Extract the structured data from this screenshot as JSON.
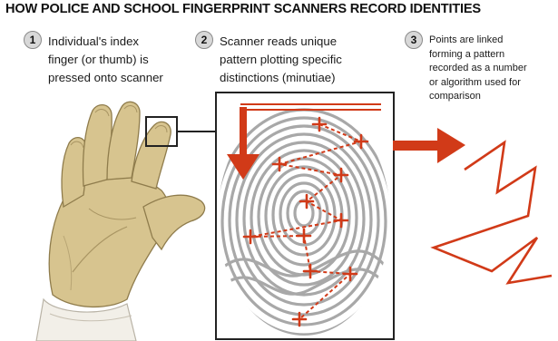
{
  "title": "HOW POLICE AND SCHOOL FINGERPRINT SCANNERS RECORD IDENTITIES",
  "steps": [
    {
      "number": "1",
      "text": "Individual's index\nfinger (or thumb) is\npressed onto scanner"
    },
    {
      "number": "2",
      "text": "Scanner reads unique\npattern plotting specific\ndistinctions (minutiae)"
    },
    {
      "number": "3",
      "text": "Points are linked\nforming a pattern\nrecorded as a number\nor algorithm used for\ncomparison"
    }
  ],
  "colors": {
    "accent": "#d13a18",
    "hand_skin": "#d7c48f",
    "hand_shadow": "#a99563",
    "fingerprint": "#a8a8a8",
    "frame": "#222222"
  },
  "icons": {
    "hand": "hand-illustration",
    "fingerprint": "fingerprint-scan",
    "scan_arrow": "down-arrow",
    "output_arrow": "right-arrow",
    "pattern": "zigzag-pattern"
  }
}
